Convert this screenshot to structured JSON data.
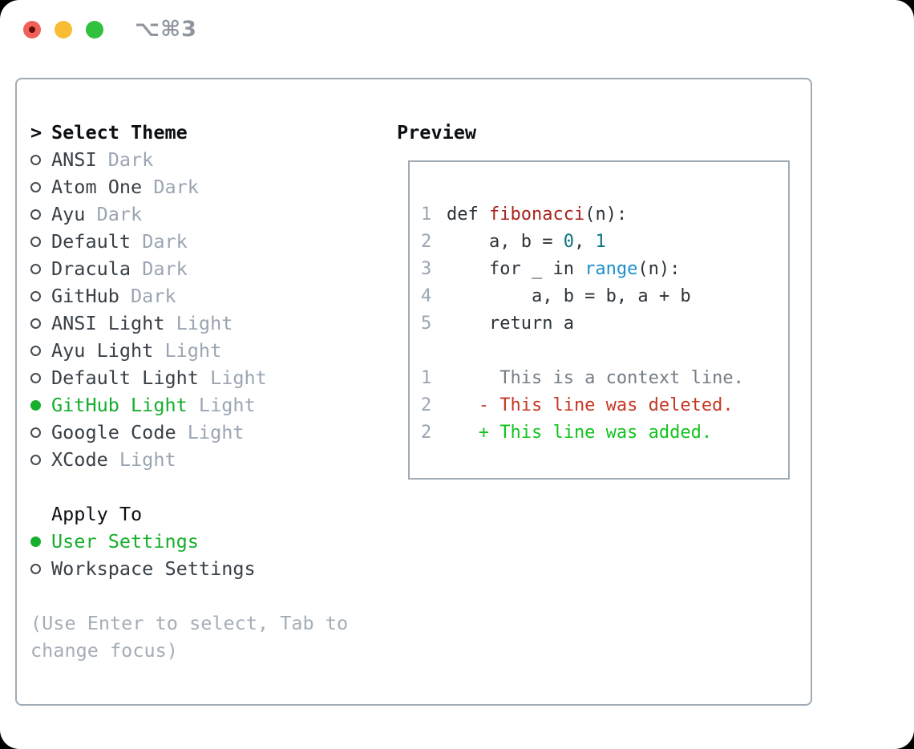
{
  "window": {
    "title": "⌥⌘3",
    "traffic_lights": [
      "close",
      "minimize",
      "zoom"
    ]
  },
  "theme_panel": {
    "header": {
      "prompt": ">",
      "label": "Select Theme"
    },
    "items": [
      {
        "name": "ANSI",
        "variant": "Dark",
        "selected": false
      },
      {
        "name": "Atom One",
        "variant": "Dark",
        "selected": false
      },
      {
        "name": "Ayu",
        "variant": "Dark",
        "selected": false
      },
      {
        "name": "Default",
        "variant": "Dark",
        "selected": false
      },
      {
        "name": "Dracula",
        "variant": "Dark",
        "selected": false
      },
      {
        "name": "GitHub",
        "variant": "Dark",
        "selected": false
      },
      {
        "name": "ANSI Light",
        "variant": "Light",
        "selected": false
      },
      {
        "name": "Ayu Light",
        "variant": "Light",
        "selected": false
      },
      {
        "name": "Default Light",
        "variant": "Light",
        "selected": false
      },
      {
        "name": "GitHub Light",
        "variant": "Light",
        "selected": true
      },
      {
        "name": "Google Code",
        "variant": "Light",
        "selected": false
      },
      {
        "name": "XCode",
        "variant": "Light",
        "selected": false
      }
    ],
    "apply_to": {
      "label": "Apply To",
      "options": [
        {
          "name": "User Settings",
          "selected": true
        },
        {
          "name": "Workspace Settings",
          "selected": false
        }
      ]
    },
    "help_lines": [
      "(Use Enter to select, Tab to",
      "change focus)"
    ]
  },
  "preview": {
    "title": "Preview",
    "code_lines": [
      {
        "num": "1",
        "tokens": [
          {
            "text": "def ",
            "style": "plain"
          },
          {
            "text": "fibonacci",
            "style": "function"
          },
          {
            "text": "(n):",
            "style": "plain"
          }
        ]
      },
      {
        "num": "2",
        "tokens": [
          {
            "text": "    a, b = ",
            "style": "plain"
          },
          {
            "text": "0",
            "style": "number"
          },
          {
            "text": ", ",
            "style": "plain"
          },
          {
            "text": "1",
            "style": "number"
          }
        ]
      },
      {
        "num": "3",
        "tokens": [
          {
            "text": "    for _ in ",
            "style": "plain"
          },
          {
            "text": "range",
            "style": "builtin"
          },
          {
            "text": "(n):",
            "style": "plain"
          }
        ]
      },
      {
        "num": "4",
        "tokens": [
          {
            "text": "        a, b = b, a + b",
            "style": "plain"
          }
        ]
      },
      {
        "num": "5",
        "tokens": [
          {
            "text": "    return a",
            "style": "plain"
          }
        ]
      },
      {
        "num": "",
        "tokens": []
      },
      {
        "num": "1",
        "tokens": [
          {
            "text": "     This is a context line.",
            "style": "context"
          }
        ]
      },
      {
        "num": "2",
        "tokens": [
          {
            "text": "   - This line was deleted.",
            "style": "deleted"
          }
        ]
      },
      {
        "num": "2",
        "tokens": [
          {
            "text": "   + This line was added.",
            "style": "added"
          }
        ]
      }
    ]
  },
  "colors": {
    "heading": "#0c1014",
    "ink_list": "#383f46",
    "ink_code": "#2c3339",
    "muted": "#9aa5b2",
    "help": "#a5adb8",
    "border": "#a0abb6",
    "radio_outline": "#454c53",
    "accent_green": "#16af2d",
    "function_red": "#a8231c",
    "number_teal": "#0c7580",
    "builtin_blue": "#1c90cc",
    "context_gray": "#757d85",
    "deleted_red": "#c53723",
    "added_green": "#12c31e",
    "light_red": "#f1615a",
    "light_red_dot": "#640d07",
    "light_yellow": "#f8bd35",
    "light_green": "#32c13e",
    "titlebar_title": "#8f969e"
  }
}
